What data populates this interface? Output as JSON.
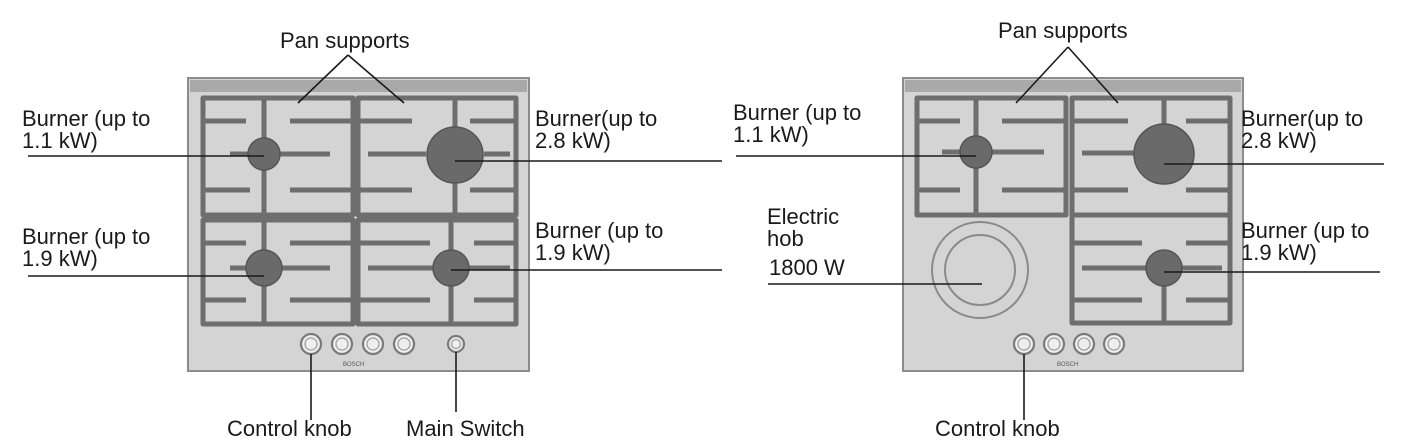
{
  "left_hob": {
    "pan_supports": "Pan supports",
    "burner_top_left": [
      "Burner (up to",
      "1.1 kW)"
    ],
    "burner_top_right": [
      "Burner(up to",
      "2.8 kW)"
    ],
    "burner_bottom_left": [
      "Burner (up to",
      "1.9 kW)"
    ],
    "burner_bottom_right": [
      "Burner (up to",
      "1.9 kW)"
    ],
    "control_knob": "Control knob",
    "main_switch": "Main Switch",
    "brand": "BOSCH"
  },
  "right_hob": {
    "pan_supports": "Pan supports",
    "burner_top_left": [
      "Burner (up to",
      "1.1 kW)"
    ],
    "burner_top_right": [
      "Burner(up to",
      "2.8 kW)"
    ],
    "burner_bottom_right": [
      "Burner (up to",
      "1.9 kW)"
    ],
    "electric_hob": [
      "Electric",
      "hob",
      "1800 W"
    ],
    "control_knob": "Control knob",
    "brand": "BOSCH"
  }
}
